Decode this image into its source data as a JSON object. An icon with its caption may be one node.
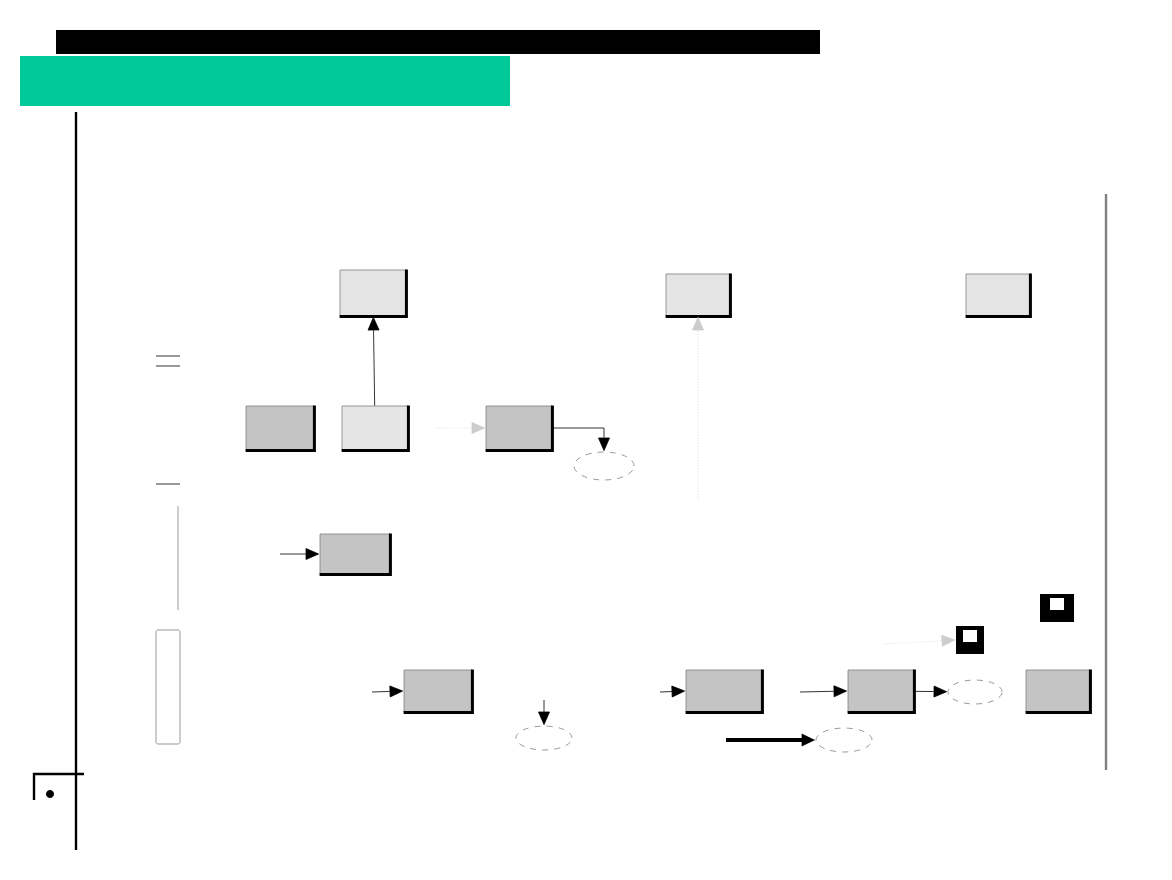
{
  "diagram": {
    "nodes": [
      {
        "text": [],
        "shape": "box"
      },
      {
        "text": [],
        "shape": "box"
      },
      {
        "text": [],
        "shape": "box"
      },
      {
        "text": [],
        "shape": "box"
      },
      {
        "text": [],
        "shape": "box"
      },
      {
        "text": [],
        "shape": "box"
      },
      {
        "text": [],
        "shape": "ellipse"
      },
      {
        "text": [],
        "shape": "box"
      },
      {
        "text": [],
        "shape": "box"
      },
      {
        "text": [],
        "shape": "ellipse"
      },
      {
        "text": [],
        "shape": "box"
      },
      {
        "text": [],
        "shape": "ellipse"
      },
      {
        "text": [],
        "shape": "box"
      },
      {
        "text": [],
        "shape": "ellipse"
      },
      {
        "text": [],
        "shape": "box"
      },
      {
        "text": [],
        "shape": "disk"
      },
      {
        "text": [],
        "shape": "disk"
      }
    ],
    "edges": [
      {
        "from": 4,
        "to": 0,
        "arrow": "to"
      },
      {
        "from": null,
        "to": 5,
        "arrow": "to",
        "style": "dashed",
        "color": "#cccccc"
      },
      {
        "from": 5,
        "to": 6,
        "arrow": "to"
      },
      {
        "from": null,
        "to": 1,
        "arrow": "to",
        "style": "dashed",
        "color": "#cccccc"
      },
      {
        "from": null,
        "to": 7,
        "arrow": "to"
      },
      {
        "from": null,
        "to": 8,
        "arrow": "to"
      },
      {
        "from": null,
        "to": 9,
        "arrow": "to"
      },
      {
        "from": null,
        "to": 10,
        "arrow": "to"
      },
      {
        "from": null,
        "to": 11,
        "arrow": "to",
        "style": "thick"
      },
      {
        "from": null,
        "to": 12,
        "arrow": "to"
      },
      {
        "from": 12,
        "to": 13,
        "arrow": "to"
      },
      {
        "from": null,
        "to": 15,
        "arrow": "to",
        "style": "dashed",
        "color": "#cccccc"
      }
    ]
  }
}
